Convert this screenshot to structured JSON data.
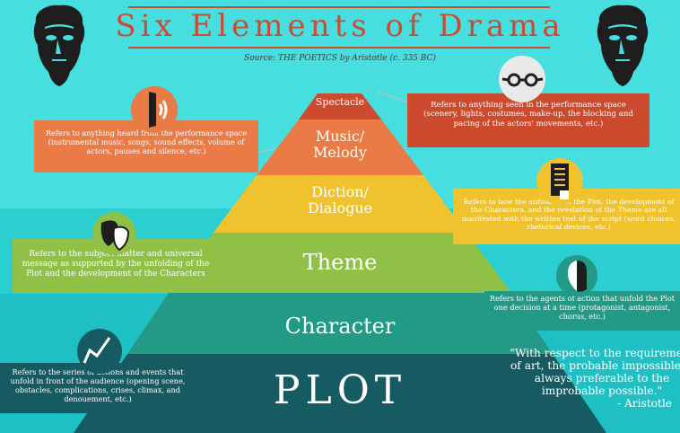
{
  "title": "Six Elements of Drama",
  "source": "Source: THE POETICS by Aristotle (c. 335 BC)",
  "tiers": [
    {
      "label": "Spectacle",
      "color": "#cc4a2e"
    },
    {
      "label": "Music/\nMelody",
      "color": "#ea7a46"
    },
    {
      "label": "Diction/\nDialogue",
      "color": "#f0c32e"
    },
    {
      "label": "Theme",
      "color": "#90c046"
    },
    {
      "label": "Character",
      "color": "#229a86"
    },
    {
      "label": "PLOT",
      "color": "#175b62"
    }
  ],
  "descriptions": {
    "spectacle": "Refers to anything seen in the performance space (scenery, lights, costumes, make-up, the blocking and pacing of the actors' movements, etc.)",
    "music": "Refers to anything heard from the performance space (instrumental music, songs, sound effects, volume of actors, pauses and silence, etc.)",
    "diction": "Refers to how the unfolding of the Plot, the development of the Characters, and the revelation of the Theme are all manifested with the written text of the script (word choices, rhetorical devices, etc.)",
    "theme": "Refers to the subject matter and universal message as supported by the unfolding of the Plot and the development of the Characters",
    "character": "Refers to the agents of action that unfold the Plot one decision at a time (protagonist, antagonist, chorus, etc.)",
    "plot": "Refers to the series of actions and events that unfold in front of the audience (opening scene, obstacles, complications, crises, climax, and denouement, etc.)"
  },
  "quote": {
    "text": "\"With respect to the requirement of art, the probable impossible is always preferable to the improbable possible.\"",
    "attribution": "- Aristotle"
  },
  "colors": {
    "title": "#cc4b33",
    "spectacle": "#cc4a2e",
    "music": "#ea7a46",
    "diction": "#f0c32e",
    "theme": "#90c046",
    "character": "#229a86",
    "plot": "#175b62"
  },
  "icons": {
    "spectacle": "glasses-icon",
    "music": "speaker-icon",
    "diction": "script-icon",
    "theme": "masks-icon",
    "character": "profile-icon",
    "plot": "plot-line-icon",
    "bust": "aristotle-bust"
  }
}
